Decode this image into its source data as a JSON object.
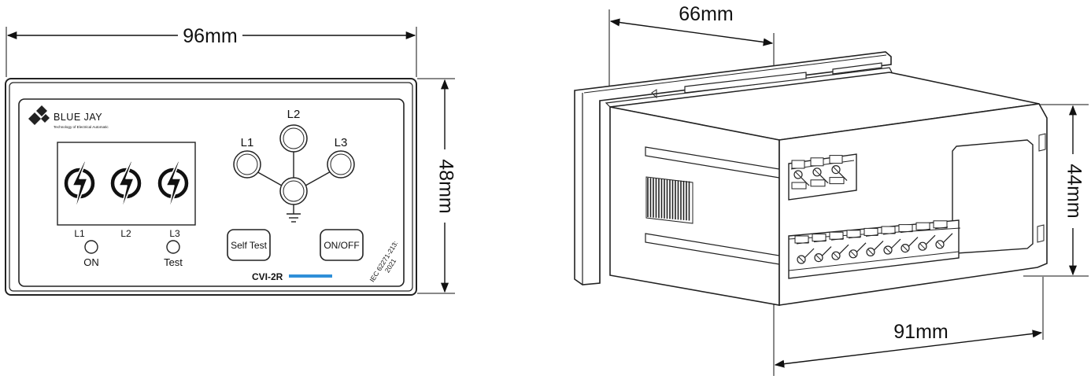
{
  "front_view": {
    "width_dim": "96mm",
    "height_dim": "48mm",
    "brand": "BLUE JAY",
    "tagline": "Technology of Electrical Automatic",
    "led_labels": [
      "L1",
      "L2",
      "L3"
    ],
    "indicator_on": "ON",
    "indicator_test": "Test",
    "phase_labels": {
      "l1": "L1",
      "l2": "L2",
      "l3": "L3"
    },
    "self_test_button": "Self Test",
    "on_off_button": "ON/OFF",
    "model": "CVI-2R",
    "standard_line1": "IEC 62271-213:",
    "standard_line2": "2021",
    "accent_color": "#2f8fd8"
  },
  "side_view": {
    "depth_front_dim": "66mm",
    "depth_total_dim": "91mm",
    "height_dim": "44mm"
  }
}
